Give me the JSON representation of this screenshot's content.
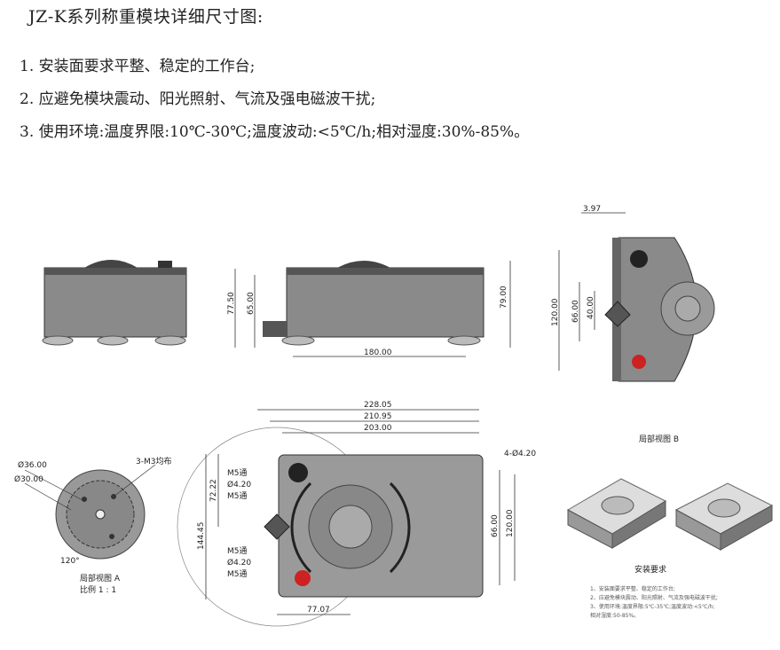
{
  "title": "JZ-K系列称重模块详细尺寸图:",
  "requirements": [
    "1. 安装面要求平整、稳定的工作台;",
    "2. 应避免模块震动、阳光照射、气流及强电磁波干扰;",
    "3. 使用环境:温度界限:10℃-30℃;温度波动:<5℃/h;相对湿度:30%-85%。"
  ],
  "side_view": {
    "dim_h1": "77.50",
    "dim_h2": "65.00",
    "dim_h3": "79.00",
    "dim_w": "180.00"
  },
  "end_view": {
    "dim_top": "3.97",
    "dim_120": "120.00",
    "dim_66": "66.00",
    "dim_40": "40.00"
  },
  "top_view": {
    "dim_228": "228.05",
    "dim_210": "210.95",
    "dim_203": "203.00",
    "dim_hole": "4-Ø4.20",
    "dim_72": "72.22",
    "dim_144": "144.45",
    "dim_66": "66.00",
    "dim_120": "120.00",
    "dim_77": "77.07",
    "labels": [
      "M5通",
      "Ø4.20",
      "M5通",
      "M5通",
      "Ø4.20",
      "M5通"
    ]
  },
  "detail_a": {
    "d36": "Ø36.00",
    "d30": "Ø30.00",
    "threads": "3-M3均布",
    "angle": "120°",
    "caption1": "局部视图 A",
    "caption2": "比例 1 : 1"
  },
  "detail_b": {
    "caption": "局部视图 B",
    "install_title": "安装要求",
    "notes": [
      "1、安装面要求平整、稳定的工作台;",
      "2、应避免模块震动、阳光照射、气流及强电磁波干扰;",
      "3、使用环境:温度界限:5℃-35℃;温度波动:<5℃/h;",
      "   相对湿度:50-85%。"
    ]
  }
}
